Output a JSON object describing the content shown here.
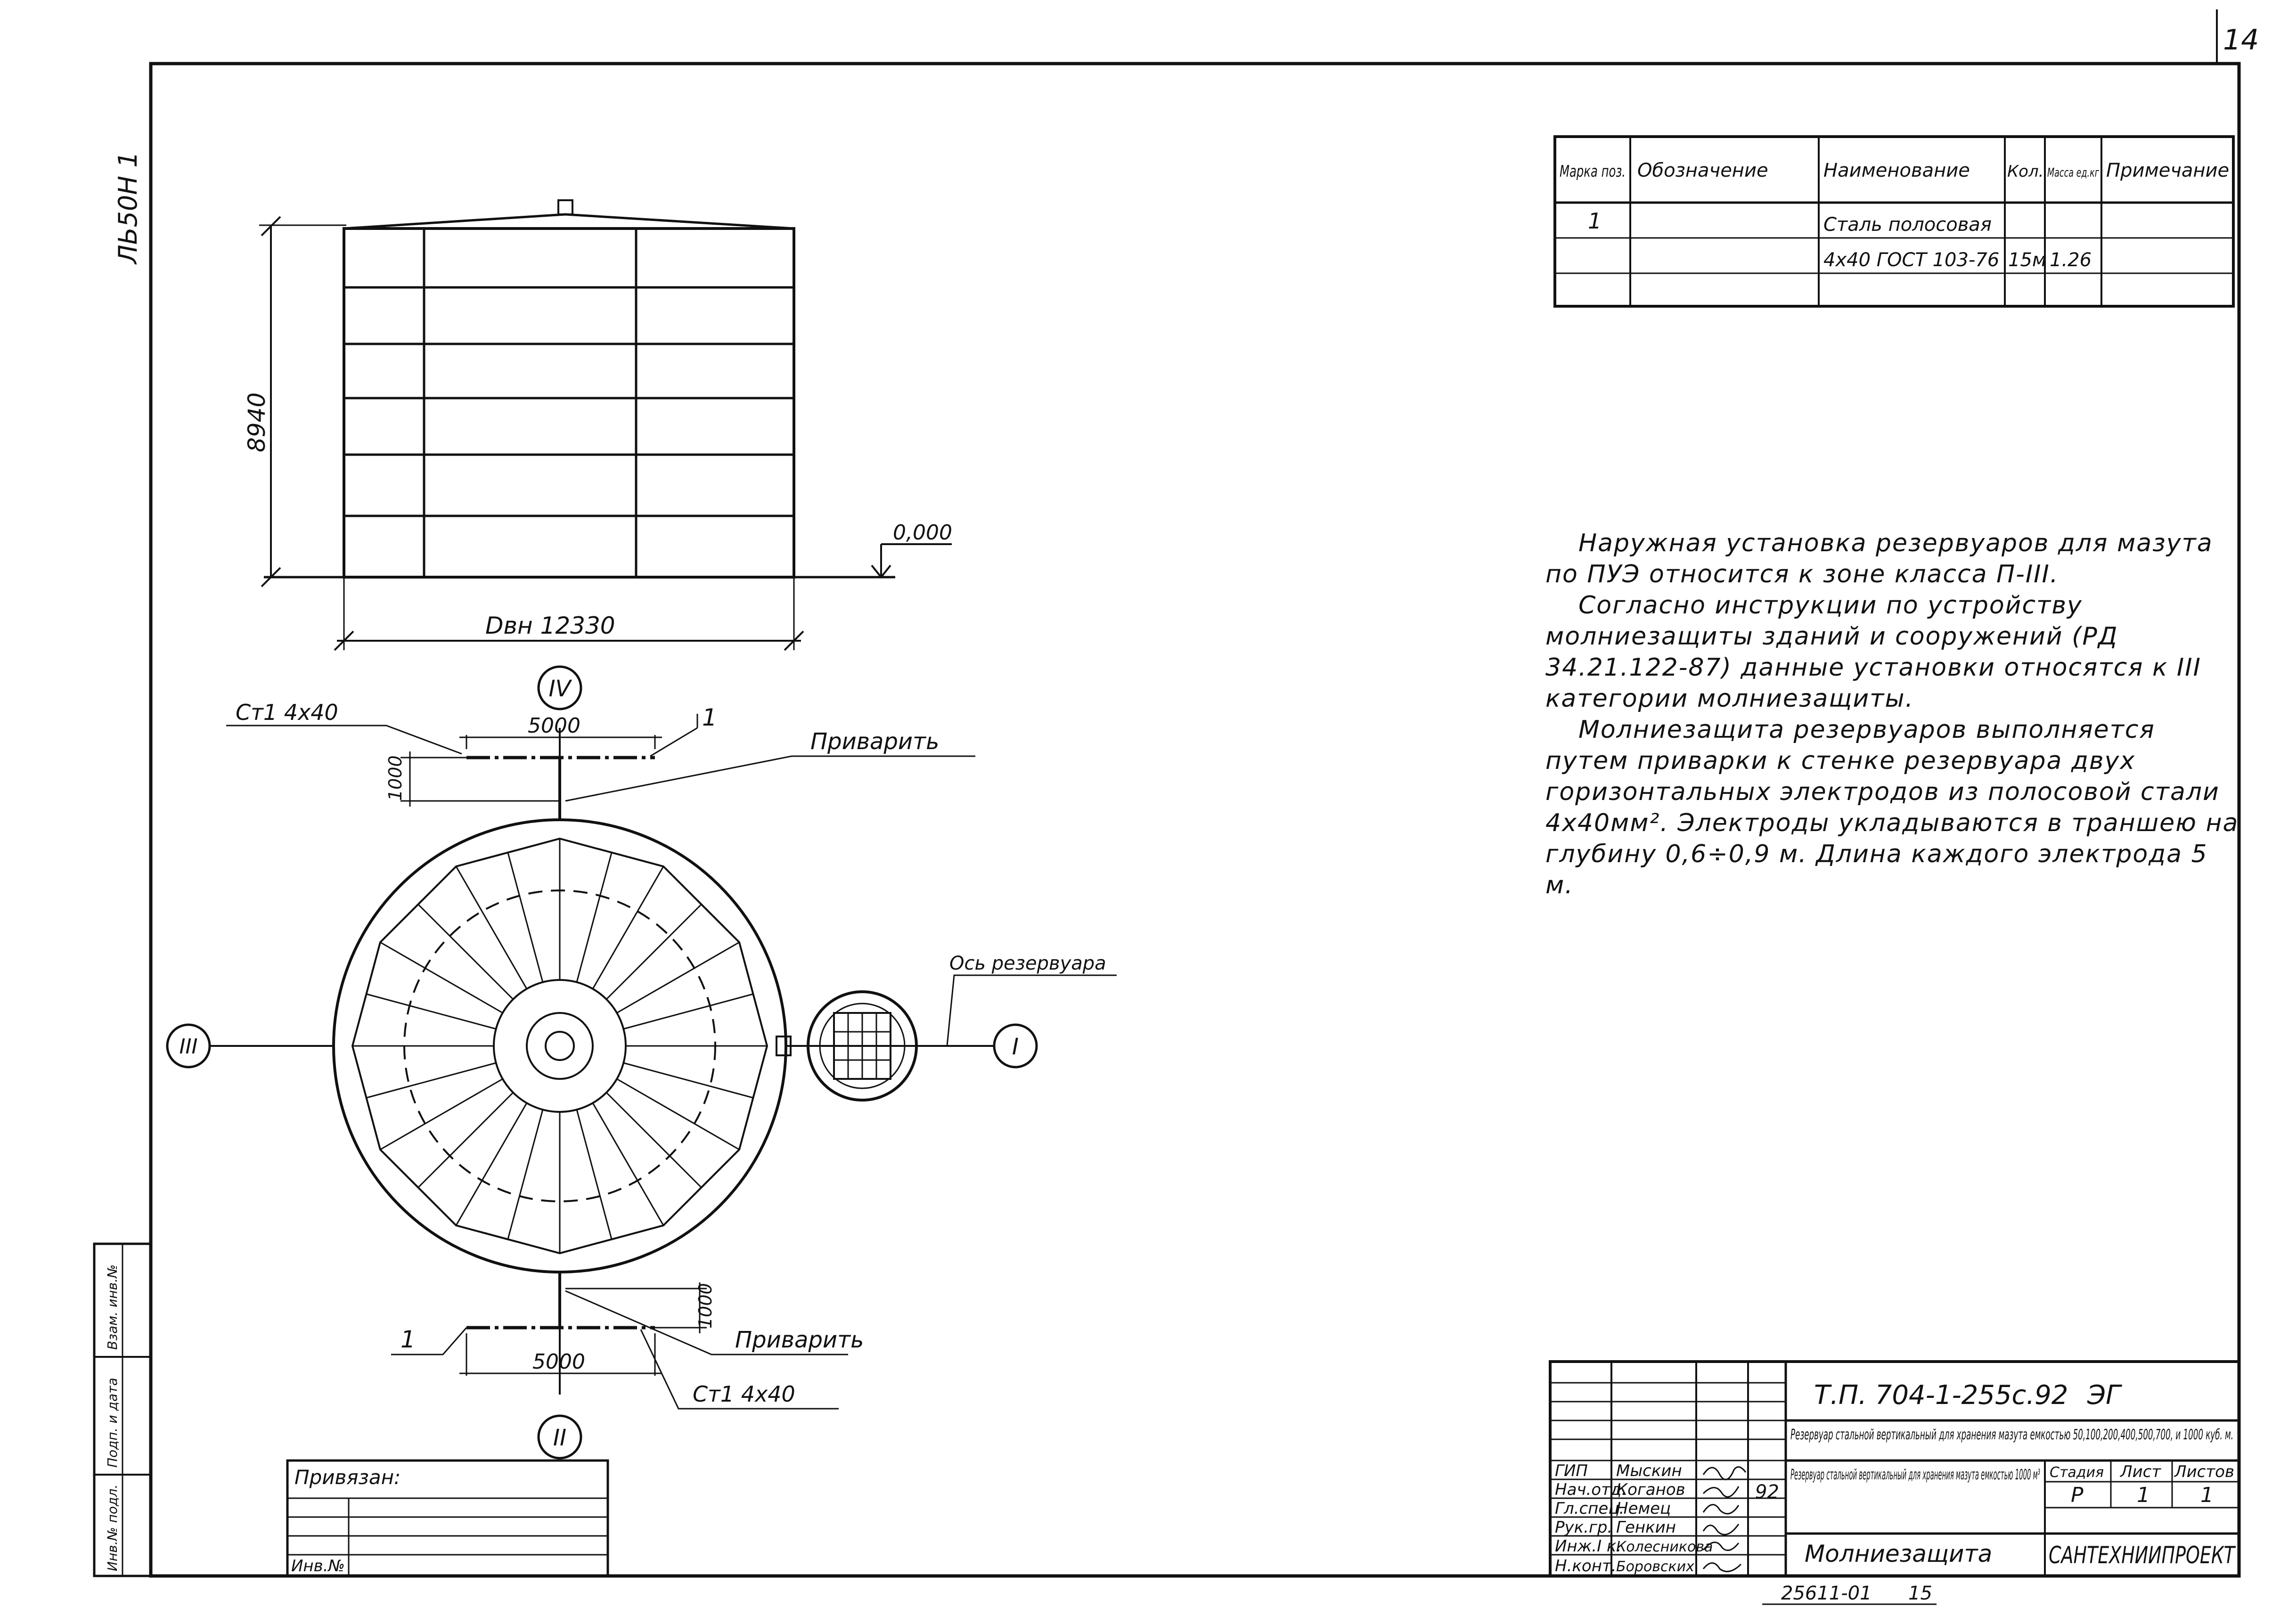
{
  "page_number": "14",
  "side_stamp": "ЛЬ50Н 1",
  "elevation": {
    "height_dim": "8940",
    "diameter_dim": "Dвн 12330",
    "level_mark": "0,000"
  },
  "plan": {
    "axes": {
      "top": "IV",
      "bottom": "II",
      "left": "III",
      "right": "I"
    },
    "top_strip": {
      "material": "Ст1 4х40",
      "length": "5000",
      "offset": "1000",
      "position": "1",
      "weld": "Приварить"
    },
    "bottom_strip": {
      "material": "Ст1 4х40",
      "length": "5000",
      "offset": "1000",
      "position": "1",
      "weld": "Приварить"
    },
    "axis_label": "Ось резервуара"
  },
  "spec_table": {
    "headers": [
      "Марка поз.",
      "Обозначение",
      "Наименование",
      "Кол.",
      "Масса ед.кг",
      "Примечание"
    ],
    "rows": [
      [
        "1",
        "",
        "Сталь полосовая",
        "",
        "",
        ""
      ],
      [
        "",
        "",
        "4х40 ГОСТ 103-76",
        "15м",
        "1.26",
        ""
      ],
      [
        "",
        "",
        "",
        "",
        "",
        ""
      ]
    ]
  },
  "notes": [
    "Наружная установка резервуаров для мазута по ПУЭ относится к зоне класса П-III.",
    "Согласно инструкции по устройству молниезащиты зданий и сооружений (РД 34.21.122-87) данные установки относятся к III категории молниезащиты.",
    "Молниезащита резервуаров выполняется путем приварки к стенке резервуара двух горизонтальных электродов из полосовой стали 4х40мм². Электроды укладываются в траншею на глубину 0,6÷0,9 м. Длина каждого электрода 5 м."
  ],
  "title_block": {
    "code": "Т.П. 704-1-255с.92",
    "mark": "ЭГ",
    "project": "Резервуар стальной вертикальный для хранения мазута емкостью 50,100,200,400,500,700, и 1000 куб. м.",
    "sheet_title": "Резервуар стальной вертикальный для хранения мазута емкостью 1000 м³",
    "drawing_name": "Молниезащита",
    "stage_header": "Стадия",
    "sheet_header": "Лист",
    "sheets_header": "Листов",
    "stage": "Р",
    "sheet": "1",
    "sheets": "1",
    "organization": "САНТЕХНИИПРОЕКТ",
    "date": "92",
    "roles": [
      "ГИП",
      "Нач.отд.",
      "Гл.спец.",
      "Рук.гр.",
      "Инж.I к.",
      "Н.конт."
    ],
    "names": [
      "Мыскин",
      "Коганов",
      "Немец",
      "Генкин",
      "Колесникова",
      "Боровских"
    ],
    "attached": "Привязан:",
    "inv_no": "Инв.№"
  },
  "left_stamp": [
    "Инв.№ подл.",
    "Подп. и дата",
    "Взам. инв.№"
  ],
  "footer": {
    "archive_no": "25611-01",
    "page": "15"
  }
}
